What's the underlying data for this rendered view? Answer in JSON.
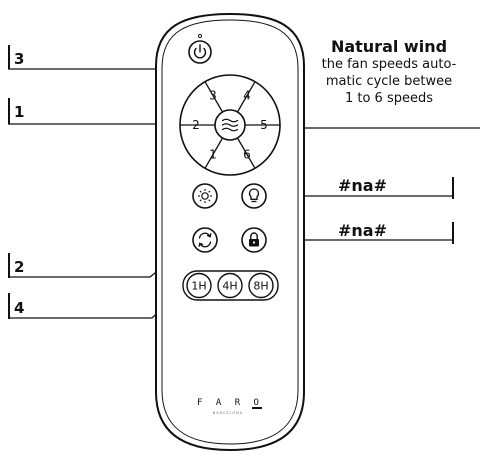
{
  "remote": {
    "speed_buttons": [
      "1",
      "2",
      "3",
      "4",
      "5",
      "6"
    ],
    "timer_buttons": [
      "1H",
      "4H",
      "8H"
    ],
    "icons": {
      "power": "power-icon",
      "natural_wind": "wind-icon",
      "light_dim": "light-settings-icon",
      "light_bulb": "bulb-icon",
      "reverse": "reverse-icon",
      "lock": "lock-icon"
    },
    "logo": "F A R O",
    "logo_sub": "BARCELONA"
  },
  "callouts": {
    "power": "3",
    "speeds": "1",
    "reverse": "2",
    "timer": "4"
  },
  "natural_wind": {
    "title": "Natural wind",
    "line1": "the fan speeds auto-",
    "line2": "matic cycle betwee",
    "line3": "1 to 6 speeds"
  },
  "unknown_labels": [
    "#na#",
    "#na#"
  ]
}
